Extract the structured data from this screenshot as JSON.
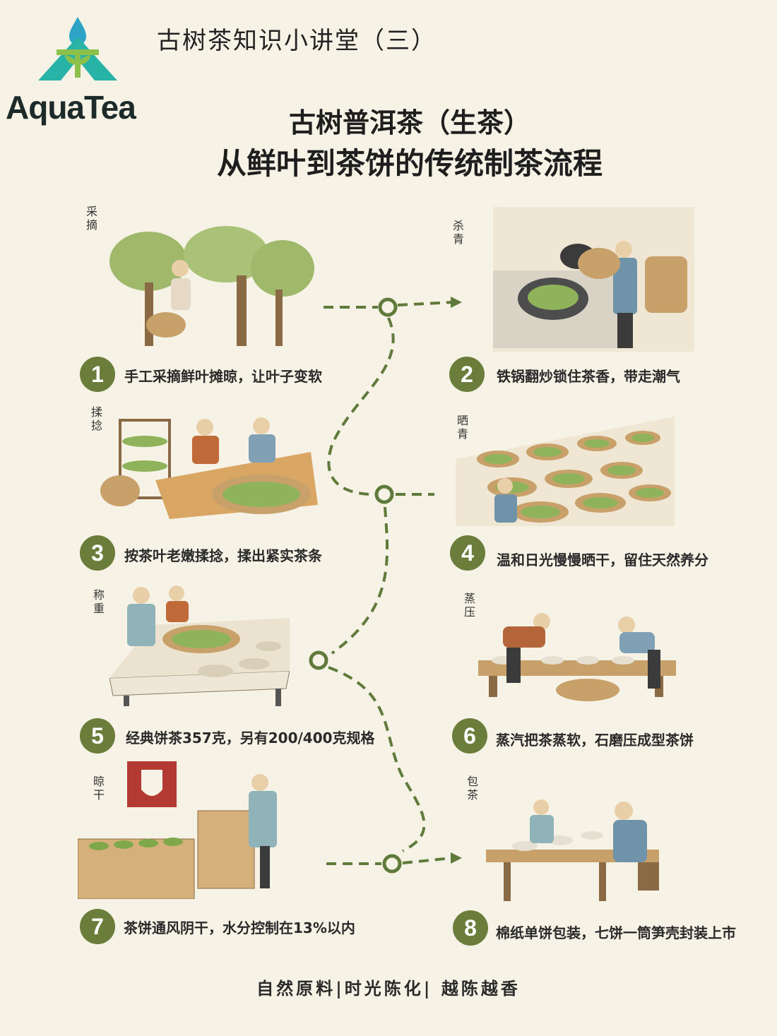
{
  "header": {
    "series_title": "古树茶知识小讲堂（三）",
    "brand_name": "AquaTea",
    "title_line1": "古树普洱茶（生茶）",
    "title_line2": "从鲜叶到茶饼的传统制茶流程"
  },
  "steps": [
    {
      "number": "1",
      "label": "采摘",
      "text": "手工采摘鲜叶摊晾，让叶子变软"
    },
    {
      "number": "2",
      "label": "杀青",
      "text": "铁锅翻炒锁住茶香，带走潮气"
    },
    {
      "number": "3",
      "label": "揉捻",
      "text": "按茶叶老嫩揉捻，揉出紧实茶条"
    },
    {
      "number": "4",
      "label": "晒青",
      "text": "温和日光慢慢晒干，留住天然养分"
    },
    {
      "number": "5",
      "label": "称重",
      "text": "经典饼茶357克，另有200/400克规格"
    },
    {
      "number": "6",
      "label": "蒸压",
      "text": "蒸汽把茶蒸软，石磨压成型茶饼"
    },
    {
      "number": "7",
      "label": "晾干",
      "text": "茶饼通风阴干，水分控制在13%以内"
    },
    {
      "number": "8",
      "label": "包茶",
      "text": "棉纸单饼包装，七饼一筒笋壳封装上市"
    }
  ],
  "footer": {
    "tagline": "自然原料|时光陈化| 越陈越香"
  },
  "colors": {
    "background": "#f6f3e6",
    "badge": "#6a7d3a",
    "path_line": "#5f7a3a",
    "logo_blue": "#2fa3c6",
    "logo_teal": "#27b3a6",
    "logo_green": "#8cc04a"
  },
  "icons": [
    "logo-icon",
    "water-drop-icon",
    "tea-sprout-icon",
    "arrow-right-icon"
  ]
}
